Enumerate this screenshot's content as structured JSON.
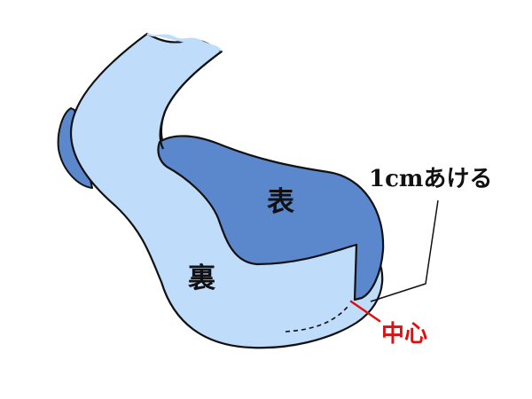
{
  "labels": {
    "front": "表",
    "back": "裏",
    "gap_note": "1cmあける",
    "center": "中心"
  },
  "colors": {
    "light_blue": "#bfdcfb",
    "dark_blue": "#5b87cc",
    "outline": "#111111",
    "center_mark": "#dd1111"
  }
}
